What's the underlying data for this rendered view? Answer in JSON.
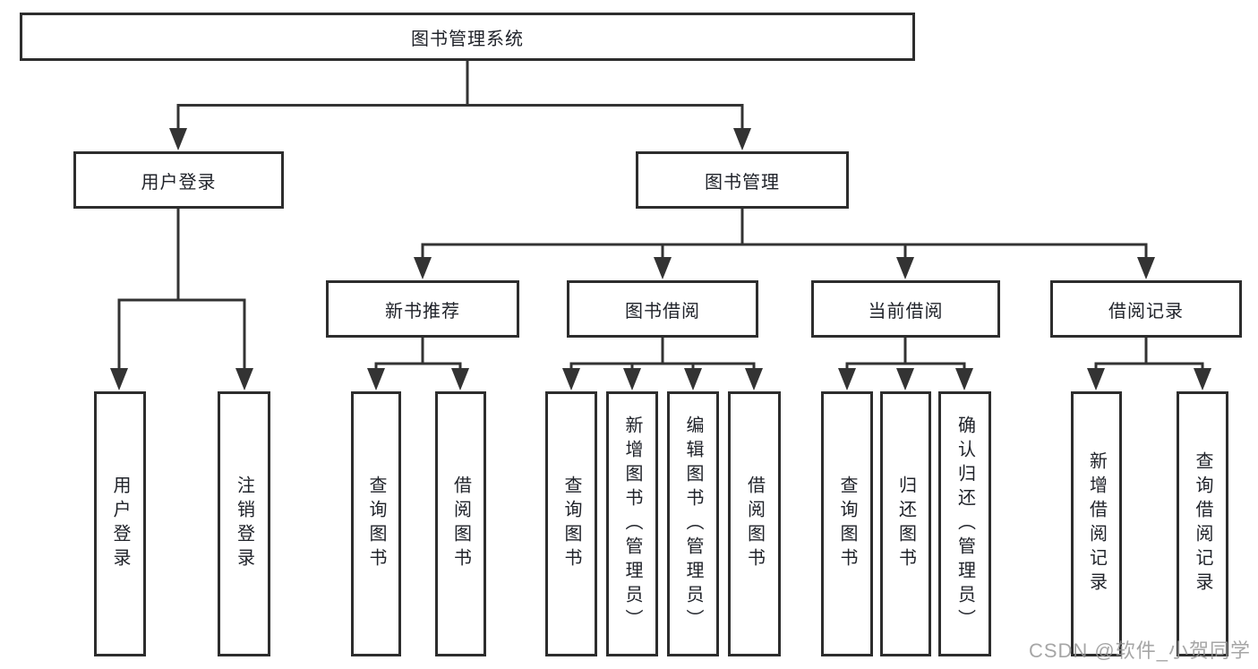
{
  "nodes": {
    "root": "图书管理系统",
    "user_login": "用户登录",
    "book_management": "图书管理",
    "new_book_recommend": "新书推荐",
    "book_borrowing": "图书借阅",
    "current_borrowing": "当前借阅",
    "borrowing_records": "借阅记录",
    "leaf_login": "用户登录",
    "leaf_logout": "注销登录",
    "nb_query_books": "查询图书",
    "nb_borrow_books": "借阅图书",
    "bb_query_books": "查询图书",
    "bb_add_books": "新增图书（管理员）",
    "bb_edit_books": "编辑图书（管理员）",
    "bb_borrow_books": "借阅图书",
    "cb_query_books": "查询图书",
    "cb_return_books": "归还图书",
    "cb_confirm_return": "确认归还（管理员）",
    "br_add_record": "新增借阅记录",
    "br_query_record": "查询借阅记录"
  },
  "watermark": "CSDN @软件_小贺同学",
  "colors": {
    "line": "#333333",
    "box_border": "#2d2d2d",
    "text": "#20232a",
    "watermark": "#969696",
    "background": "#ffffff"
  }
}
